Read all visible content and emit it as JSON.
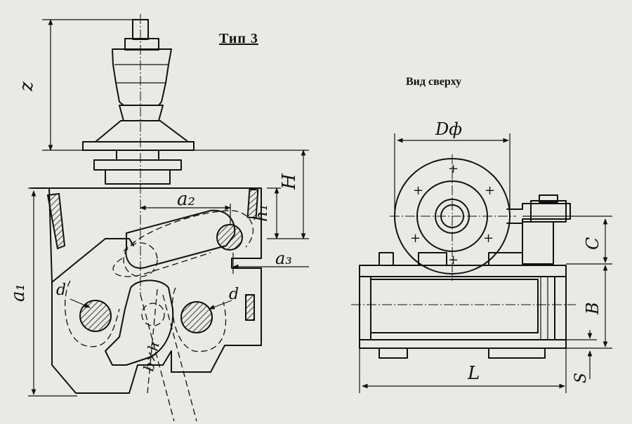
{
  "titles": {
    "type": "Тип 3",
    "view": "Вид сверху"
  },
  "dims_side": {
    "z": "z",
    "H": "H",
    "a2": "a₂",
    "h1": "h₁",
    "a3": "a₃",
    "a1": "a₁",
    "d_left": "d",
    "d_right": "d",
    "bxh": "b×h"
  },
  "dims_top": {
    "Df": "Dф",
    "C": "C",
    "B": "B",
    "L": "L",
    "S": "S"
  }
}
